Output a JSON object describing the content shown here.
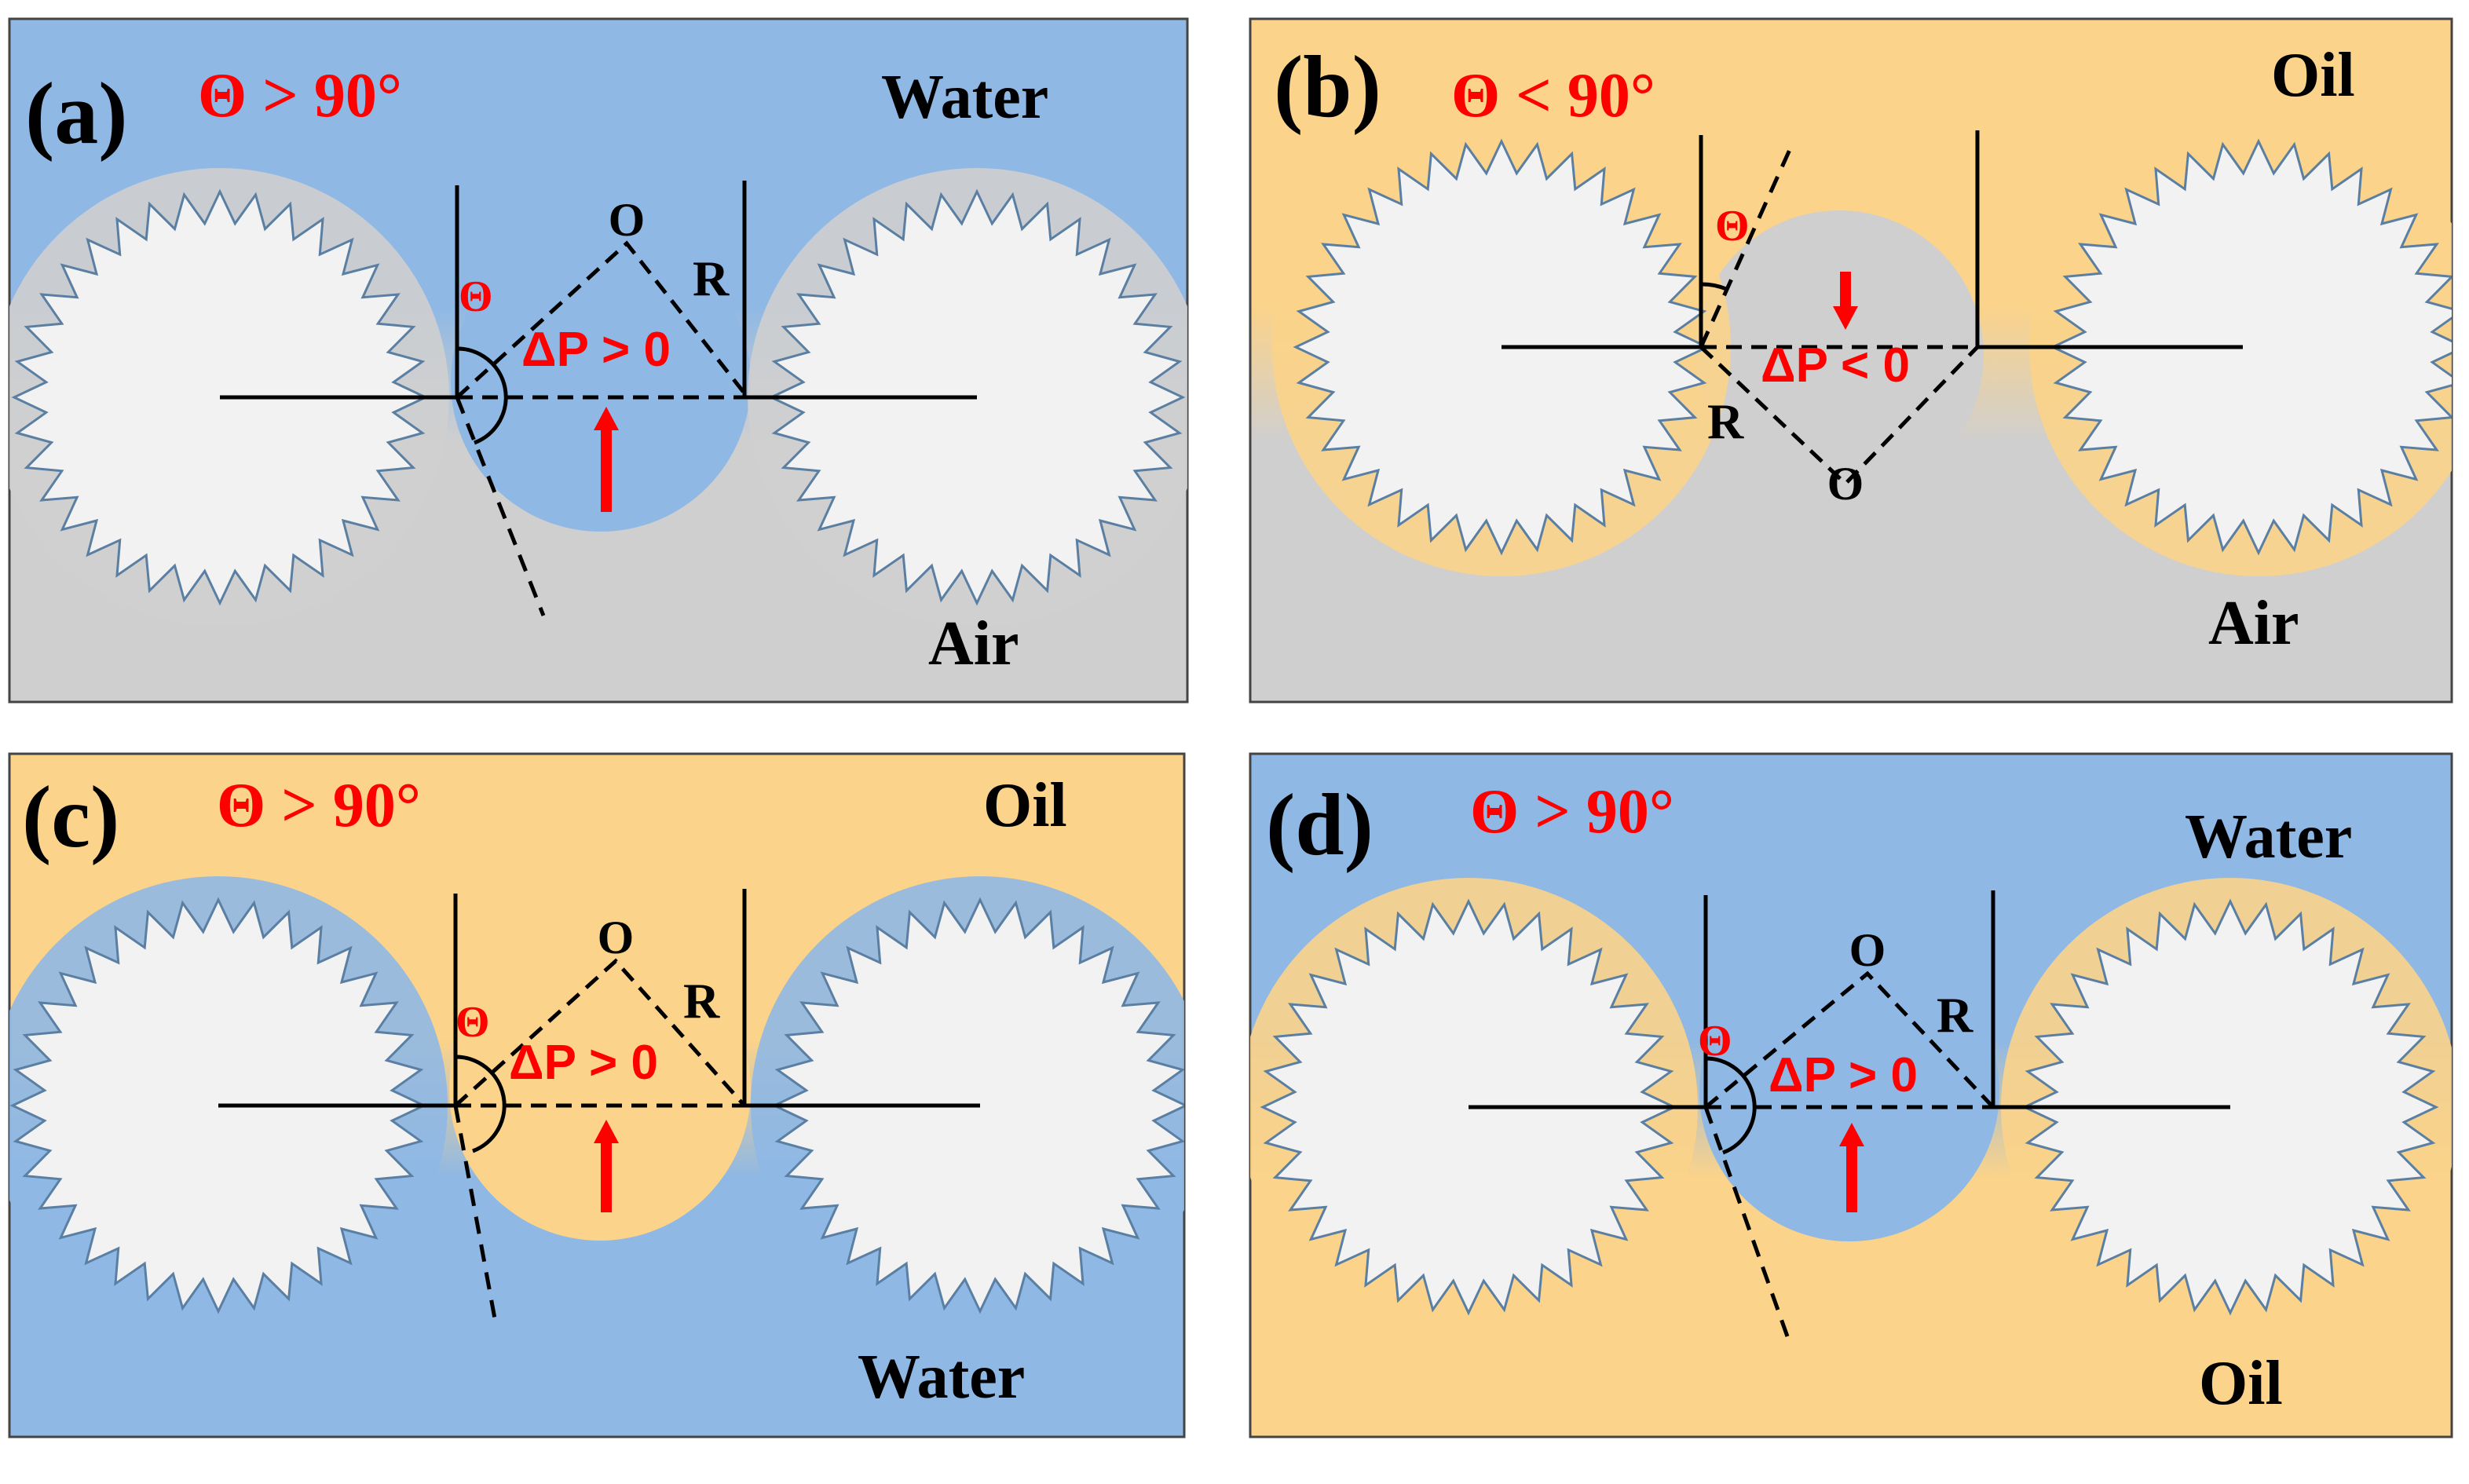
{
  "colors": {
    "water": "#8fb8e4",
    "oil": "#fbd38a",
    "air": "#cfcfcf",
    "particle": "#f2f2f2",
    "spike": "#5a7fa3",
    "red": "#ff0000",
    "line": "#000000"
  },
  "panels": [
    {
      "id": "a",
      "label": "(a)",
      "angle_text": "Θ > 90°",
      "top_medium": "Water",
      "bottom_medium": "Air",
      "pressure_text": "ΔP > 0",
      "center_label": "O",
      "radius_label": "R",
      "theta_label": "Θ",
      "top_color": "water",
      "bottom_color": "air",
      "halo_color": "air",
      "drop_color": "water",
      "curvature": "up"
    },
    {
      "id": "b",
      "label": "(b)",
      "angle_text": "Θ < 90°",
      "top_medium": "Oil",
      "bottom_medium": "Air",
      "pressure_text": "ΔP < 0",
      "center_label": "O",
      "radius_label": "R",
      "theta_label": "Θ",
      "top_color": "oil",
      "bottom_color": "air",
      "halo_color": "oil",
      "drop_color": "air",
      "curvature": "down"
    },
    {
      "id": "c",
      "label": "(c)",
      "angle_text": "Θ > 90°",
      "top_medium": "Oil",
      "bottom_medium": "Water",
      "pressure_text": "ΔP > 0",
      "center_label": "O",
      "radius_label": "R",
      "theta_label": "Θ",
      "top_color": "oil",
      "bottom_color": "water",
      "halo_color": "water",
      "drop_color": "oil",
      "curvature": "up"
    },
    {
      "id": "d",
      "label": "(d)",
      "angle_text": "Θ > 90°",
      "top_medium": "Water",
      "bottom_medium": "Oil",
      "pressure_text": "ΔP > 0",
      "center_label": "O",
      "radius_label": "R",
      "theta_label": "Θ",
      "top_color": "water",
      "bottom_color": "oil",
      "halo_color": "oil",
      "drop_color": "water",
      "curvature": "up"
    }
  ]
}
